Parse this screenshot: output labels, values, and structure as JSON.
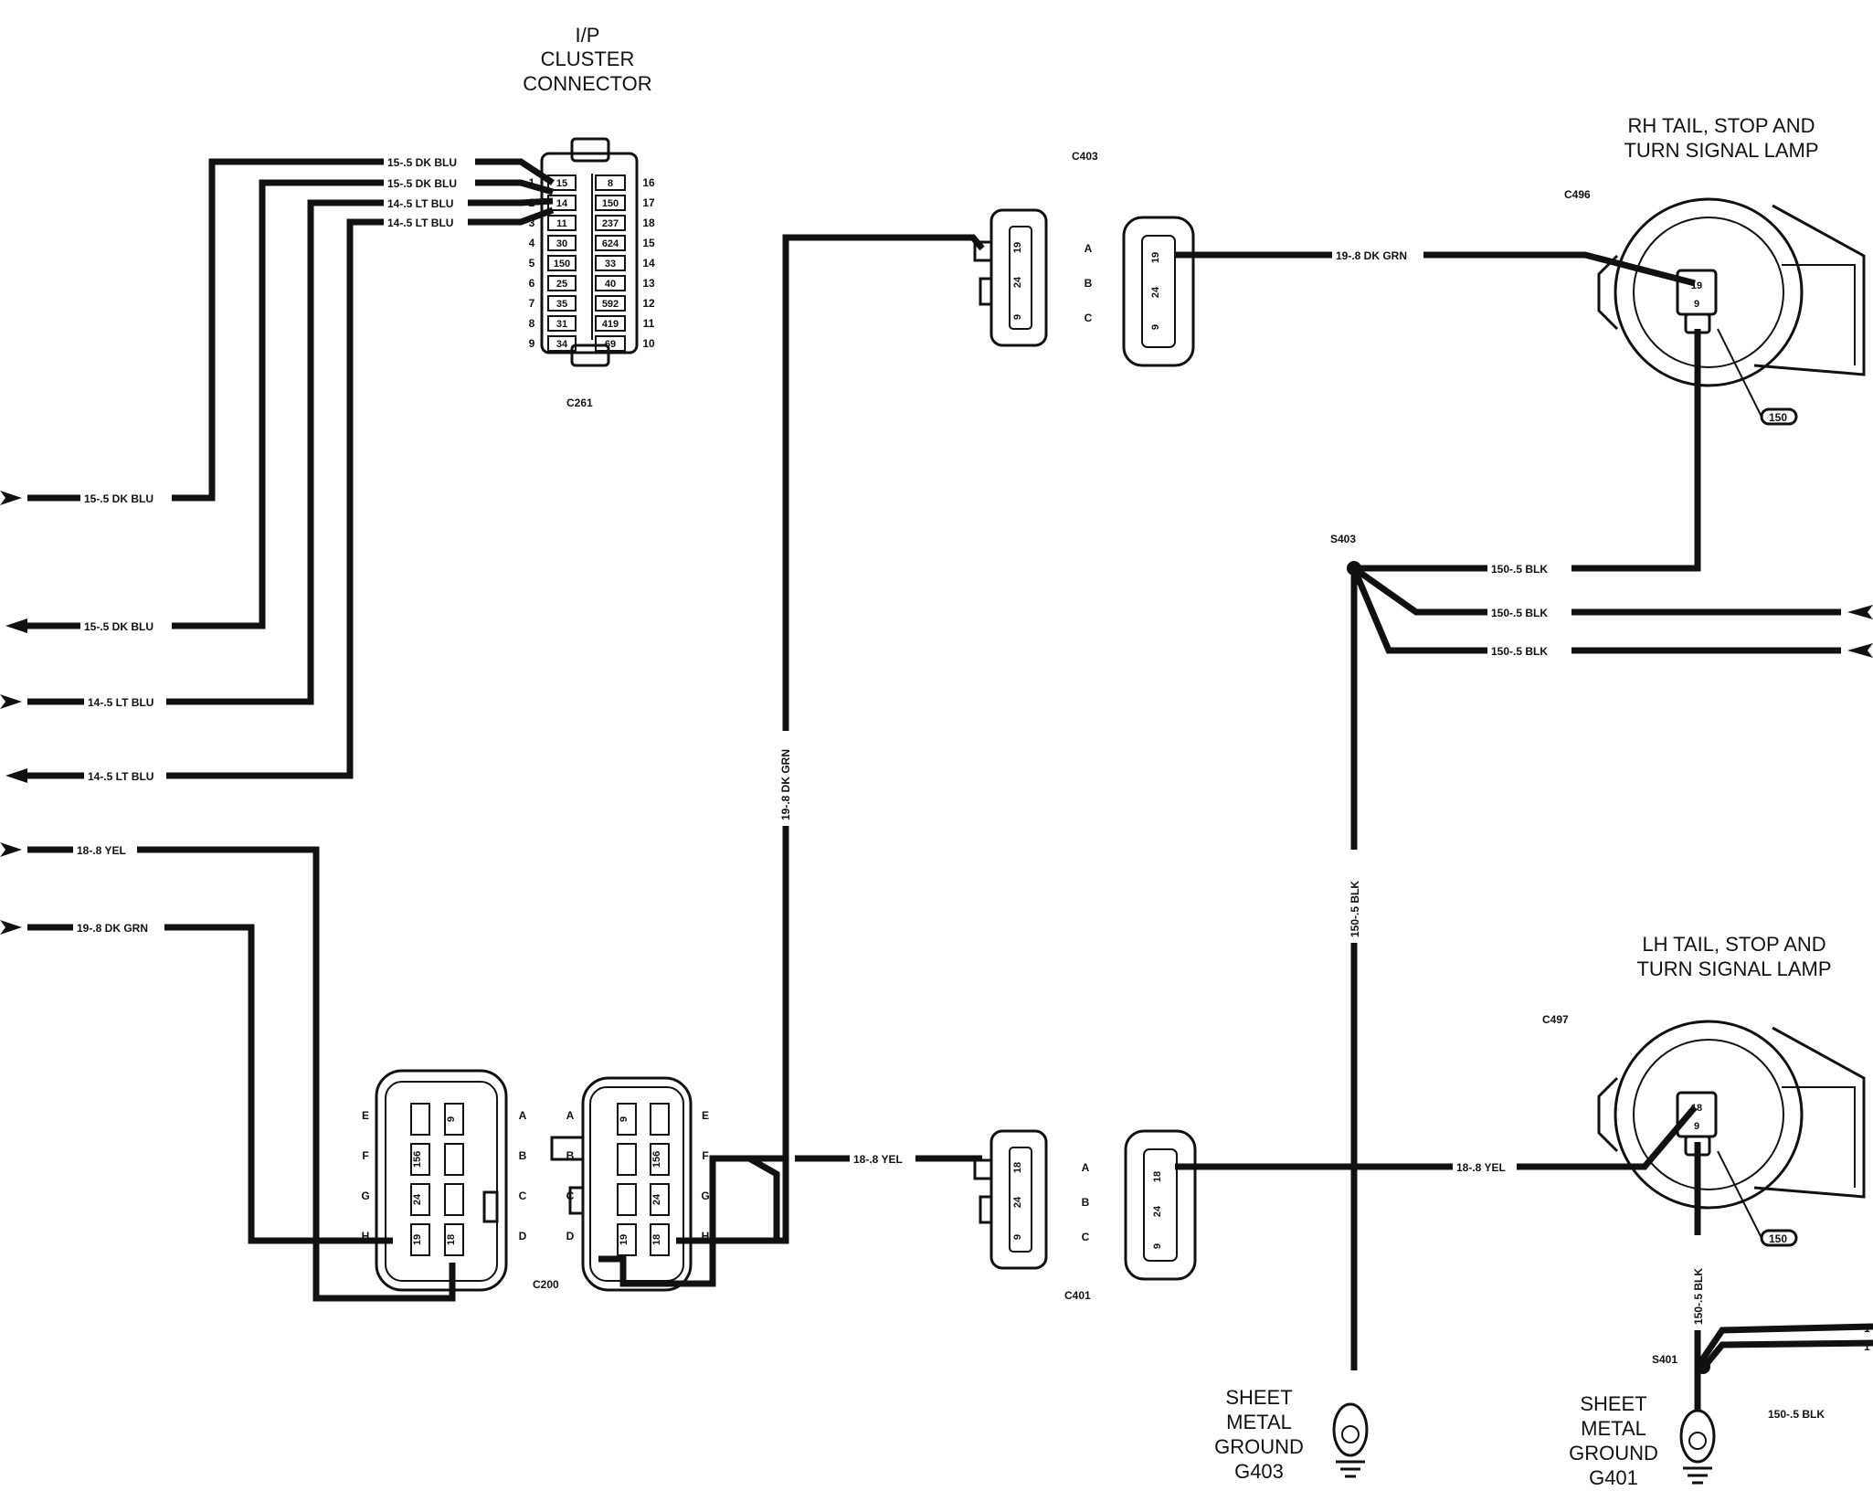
{
  "titles": {
    "ip_cluster": [
      "I/P",
      "CLUSTER",
      "CONNECTOR"
    ],
    "rh_lamp": [
      "RH TAIL, STOP AND",
      "TURN SIGNAL LAMP"
    ],
    "lh_lamp": [
      "LH TAIL, STOP AND",
      "TURN SIGNAL LAMP"
    ],
    "ground_g403": [
      "SHEET",
      "METAL",
      "GROUND",
      "G403"
    ],
    "ground_g401": [
      "SHEET",
      "METAL",
      "GROUND",
      "G401"
    ]
  },
  "connectors": {
    "c261": "C261",
    "c403": "C403",
    "c401": "C401",
    "c200": "C200",
    "c496": "C496",
    "c497": "C497",
    "s403": "S403",
    "s401": "S401"
  },
  "cluster_pins": {
    "left": [
      "1",
      "2",
      "3",
      "4",
      "5",
      "6",
      "7",
      "8",
      "9"
    ],
    "right": [
      "16",
      "17",
      "18",
      "15",
      "14",
      "13",
      "12",
      "11",
      "10"
    ],
    "left_cav": [
      "15",
      "14",
      "11",
      "30",
      "150",
      "25",
      "35",
      "31",
      "34"
    ],
    "right_cav": [
      "8",
      "150",
      "237",
      "624",
      "33",
      "40",
      "592",
      "419",
      "69"
    ]
  },
  "wire_labels": {
    "dk_blu": "15-.5 DK BLU",
    "lt_blu": "14-.5 LT BLU",
    "yel": "18-.8 YEL",
    "dk_grn_left": "19-.8 DK GRN",
    "dk_grn_vertical": "19-.8 DK GRN",
    "dk_grn_rh": "19-.8 DK GRN",
    "yel_mid": "18-.8 YEL",
    "yel_lh": "18-.8 YEL",
    "blk": "150-.5 BLK",
    "blk_vertical": "150-.5 BLK",
    "blk_lh_vertical": "150-.5 BLK",
    "blk_s401": "150-.5 BLK",
    "blk_ref": "150"
  },
  "c403_pins": [
    "A",
    "B",
    "C"
  ],
  "c403_cav": [
    "19",
    "24",
    "9"
  ],
  "c401_pins": [
    "A",
    "B",
    "C"
  ],
  "c401_cav": [
    "18",
    "24",
    "9"
  ],
  "c200_pins_left": [
    "E",
    "F",
    "G",
    "H"
  ],
  "c200_pins_mid": [
    "A",
    "B",
    "C",
    "D"
  ],
  "c200_pins_right": [
    "E",
    "F",
    "G",
    "H"
  ],
  "c200_cav_a": [
    "9",
    "156",
    "24",
    "19",
    "18"
  ],
  "lamp_rh_cav": [
    "19",
    "9"
  ],
  "lamp_lh_cav": [
    "18",
    "9"
  ],
  "edge_marks": [
    "1",
    "1"
  ]
}
